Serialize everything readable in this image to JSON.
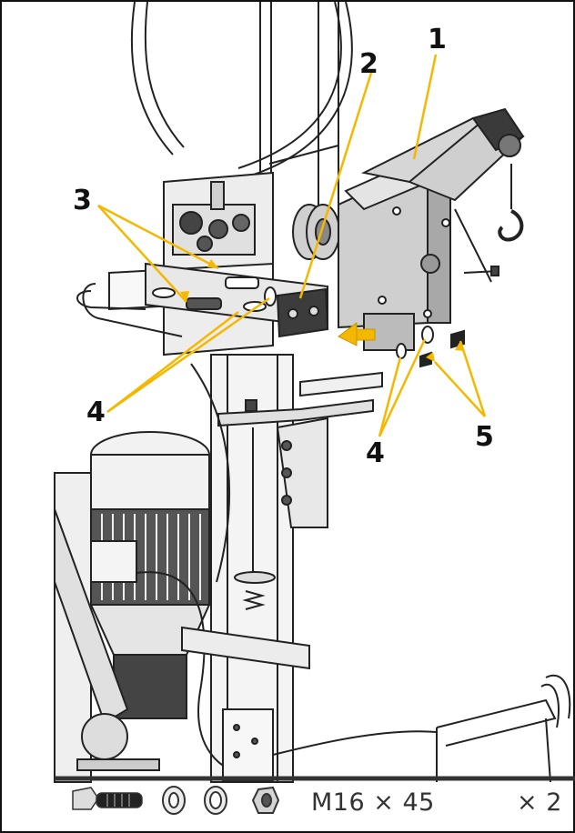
{
  "figure": {
    "callouts": [
      "1",
      "2",
      "3",
      "4",
      "4",
      "5"
    ],
    "accent_color": "#f5b800",
    "line_color": "#222222",
    "fill_light": "#e6e6e6",
    "fill_mid": "#cfcfcf",
    "fill_dark": "#3a3a3a"
  },
  "parts": {
    "icons": [
      "bolt-icon",
      "washer-icon",
      "washer-icon",
      "nut-icon"
    ],
    "spec": "M16 × 45",
    "quantity": "× 2"
  }
}
